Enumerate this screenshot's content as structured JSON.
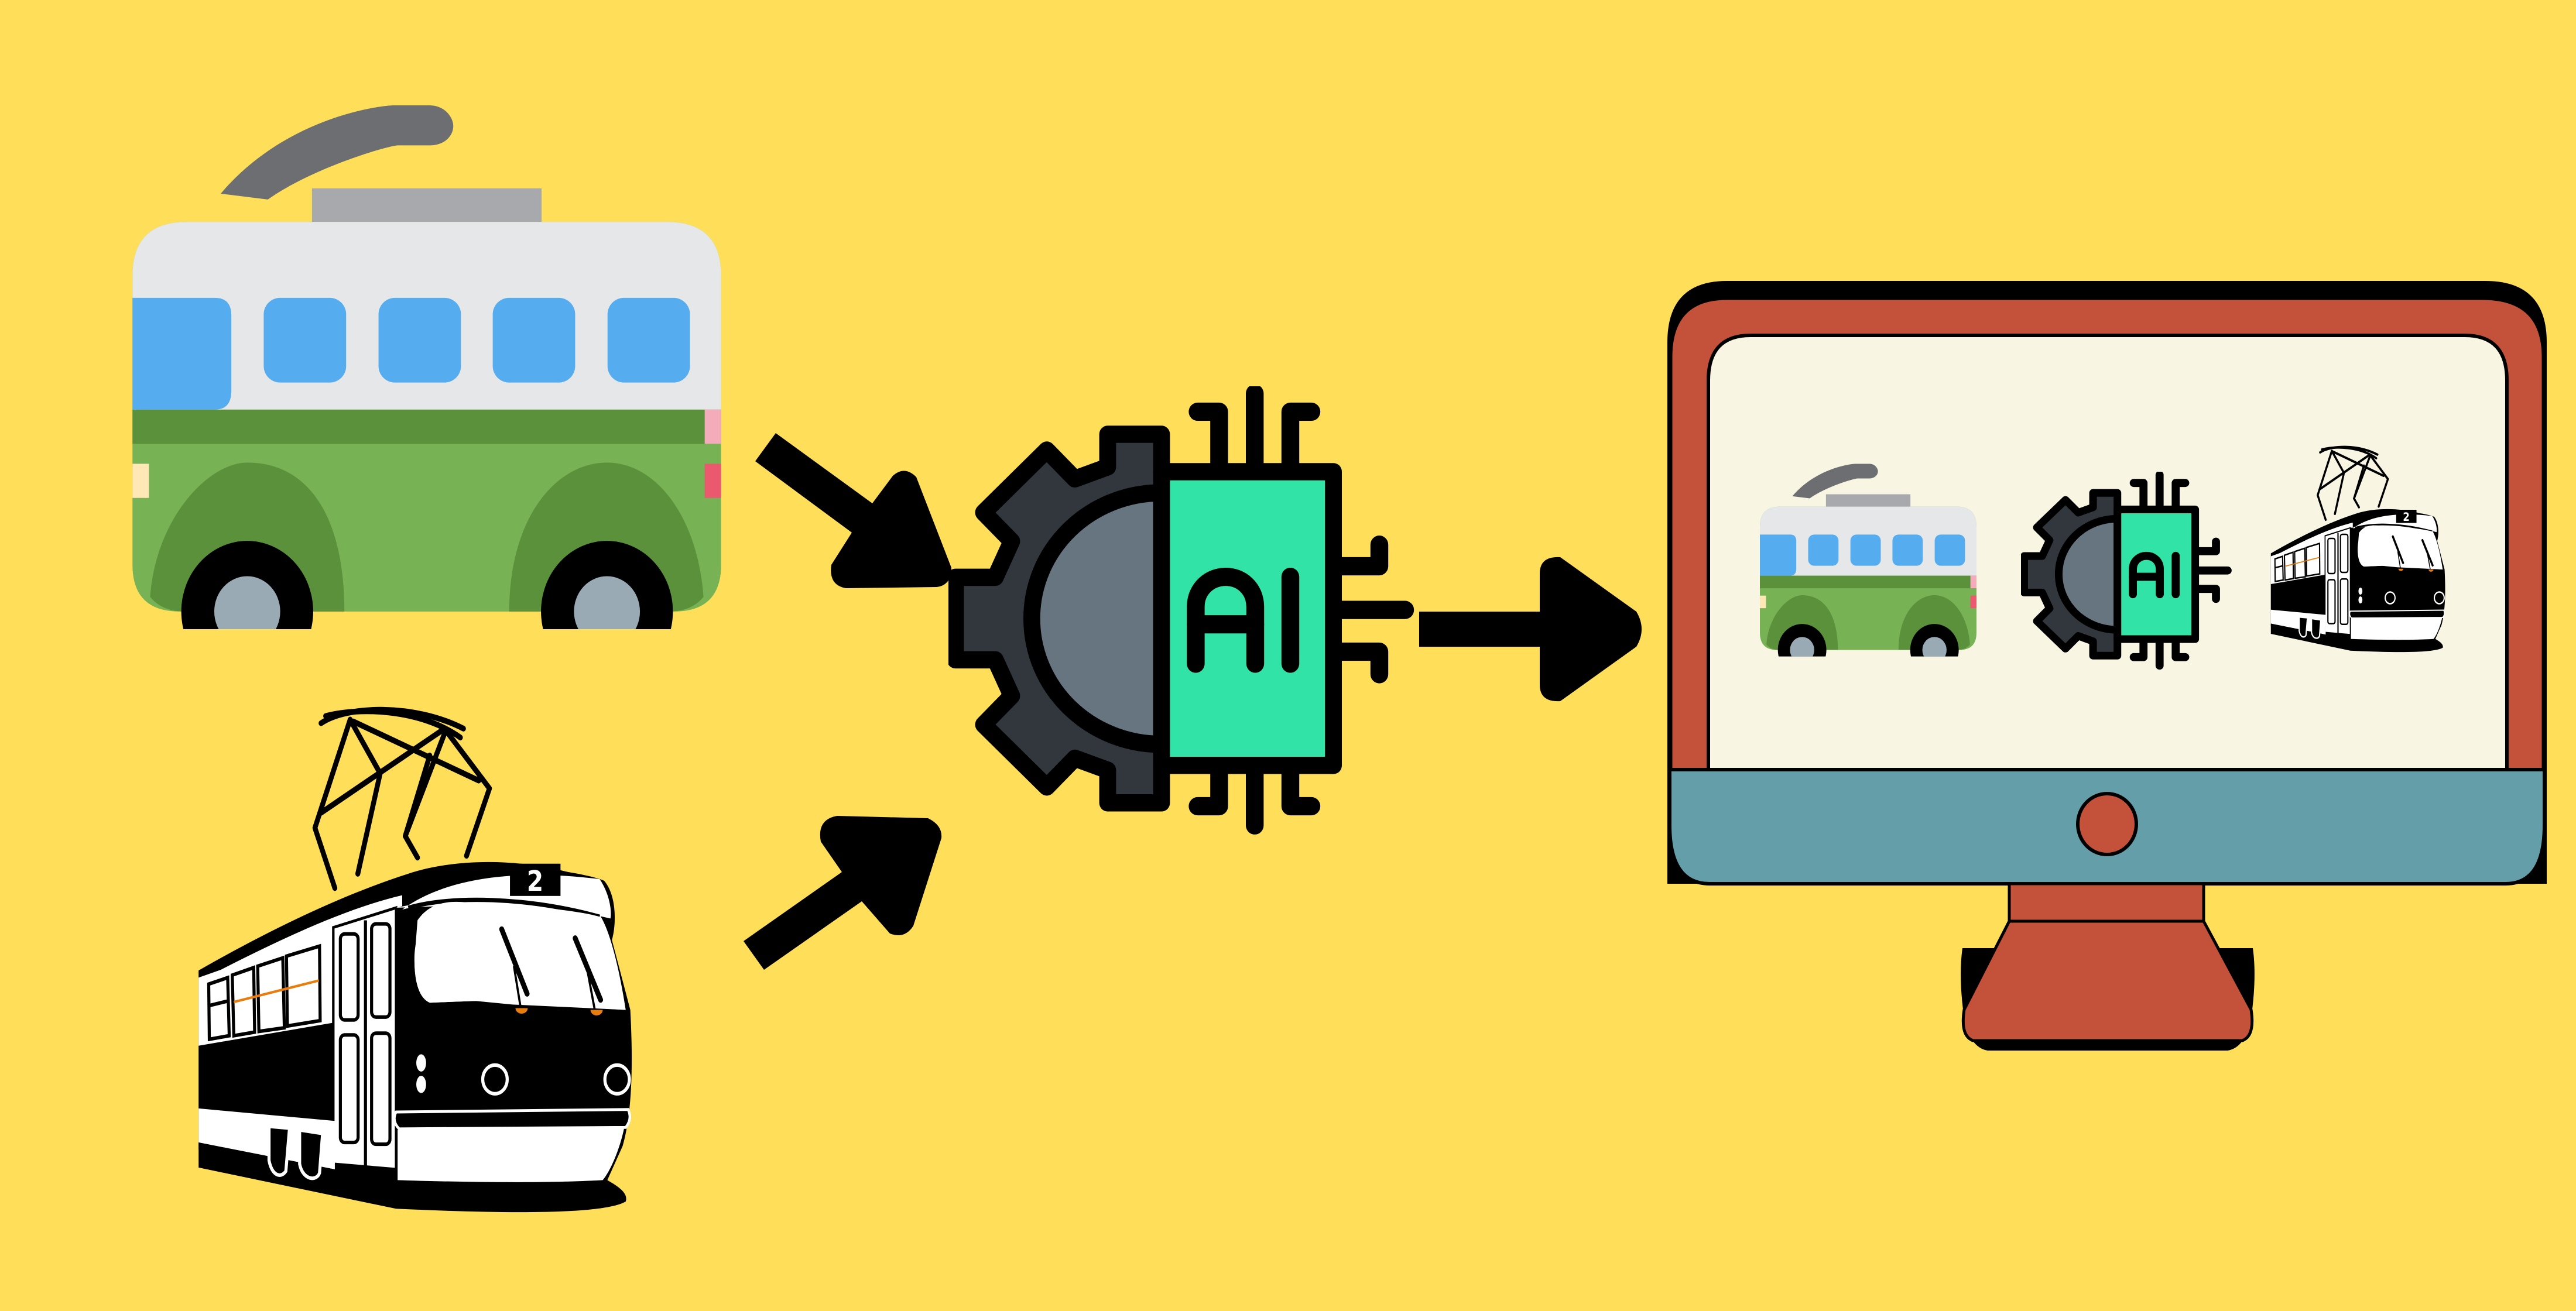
{
  "diagram": {
    "background_color": "#FFDF5A",
    "inputs": [
      {
        "id": "trolleybus",
        "label": "trolleybus",
        "icon": "trolleybus-icon"
      },
      {
        "id": "tram",
        "label": "tram",
        "icon": "tram-icon",
        "route_number": "2"
      }
    ],
    "processor": {
      "id": "ai-chip",
      "label": "AI",
      "icon": "ai-gear-chip-icon"
    },
    "output": {
      "id": "monitor",
      "icon": "desktop-monitor-icon",
      "screen_contents": [
        {
          "icon": "trolleybus-icon"
        },
        {
          "icon": "ai-gear-chip-icon",
          "label": "AI"
        },
        {
          "icon": "tram-icon",
          "route_number": "2"
        }
      ]
    },
    "arrows": [
      {
        "from": "trolleybus",
        "to": "ai-chip",
        "direction": "down-right"
      },
      {
        "from": "tram",
        "to": "ai-chip",
        "direction": "up-right"
      },
      {
        "from": "ai-chip",
        "to": "monitor",
        "direction": "right"
      }
    ]
  },
  "colors": {
    "bus_roof": "#E6E7E8",
    "bus_window": "#55ACEE",
    "bus_body": "#77B255",
    "bus_trim": "#5C913B",
    "bus_pole": "#6D6E71",
    "bus_pole_base": "#A7A9AC",
    "bus_hubcap": "#99AAB5",
    "gear_dark": "#31373D",
    "gear_face": "#66757F",
    "chip_green": "#31E3A6",
    "monitor_red": "#C4523A",
    "monitor_bezel": "#639EA9",
    "screen_cream": "#F8F5E3",
    "tram_orange": "#E87D0D"
  }
}
